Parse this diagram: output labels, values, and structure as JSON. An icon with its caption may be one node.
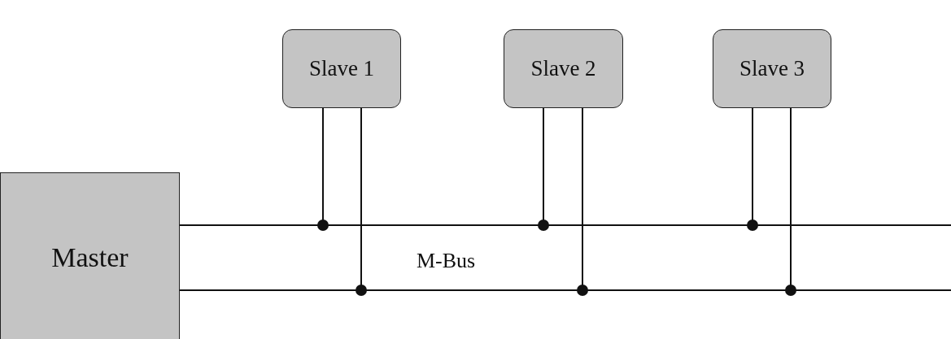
{
  "diagram": {
    "nodes": [
      {
        "text": [
          "Master"
        ]
      },
      {
        "text": [
          "Slave 1"
        ]
      },
      {
        "text": [
          "Slave 2"
        ]
      },
      {
        "text": [
          "Slave 3"
        ]
      },
      {
        "text": [],
        "shape": "line"
      },
      {
        "text": [],
        "shape": "line"
      }
    ],
    "edges": [
      {
        "from": 0,
        "to": 4,
        "arrow": "none"
      },
      {
        "from": 0,
        "to": 5,
        "arrow": "none"
      },
      {
        "from": 1,
        "to": 4,
        "arrow": "other"
      },
      {
        "from": 1,
        "to": 5,
        "arrow": "other"
      },
      {
        "from": 2,
        "to": 4,
        "arrow": "other"
      },
      {
        "from": 2,
        "to": 5,
        "arrow": "other"
      },
      {
        "from": 3,
        "to": 4,
        "arrow": "other"
      },
      {
        "from": 3,
        "to": 5,
        "arrow": "other"
      }
    ],
    "labels": [
      "M-Bus"
    ]
  }
}
